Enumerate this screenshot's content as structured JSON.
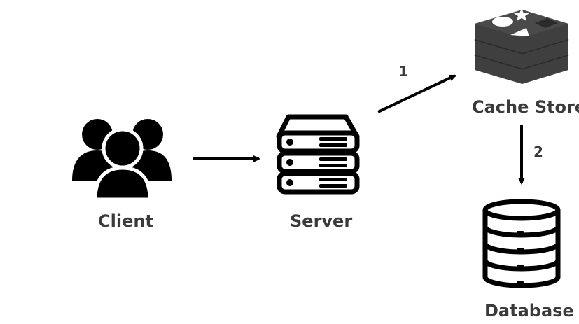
{
  "nodes": {
    "client": {
      "label": "Client",
      "icon": "users-group-icon"
    },
    "server": {
      "label": "Server",
      "icon": "server-rack-icon"
    },
    "cache": {
      "label": "Cache Store",
      "icon": "redis-stack-icon"
    },
    "database": {
      "label": "Database",
      "icon": "database-cylinder-icon"
    }
  },
  "edges": [
    {
      "from": "client",
      "to": "server",
      "label": ""
    },
    {
      "from": "server",
      "to": "cache",
      "label": "1"
    },
    {
      "from": "cache",
      "to": "database",
      "label": "2"
    }
  ],
  "colors": {
    "icon": "#000000",
    "cache_icon": "#3f3f3f",
    "cache_icon_dark": "#2a2a2a",
    "label_text": "#3a3a3a"
  }
}
